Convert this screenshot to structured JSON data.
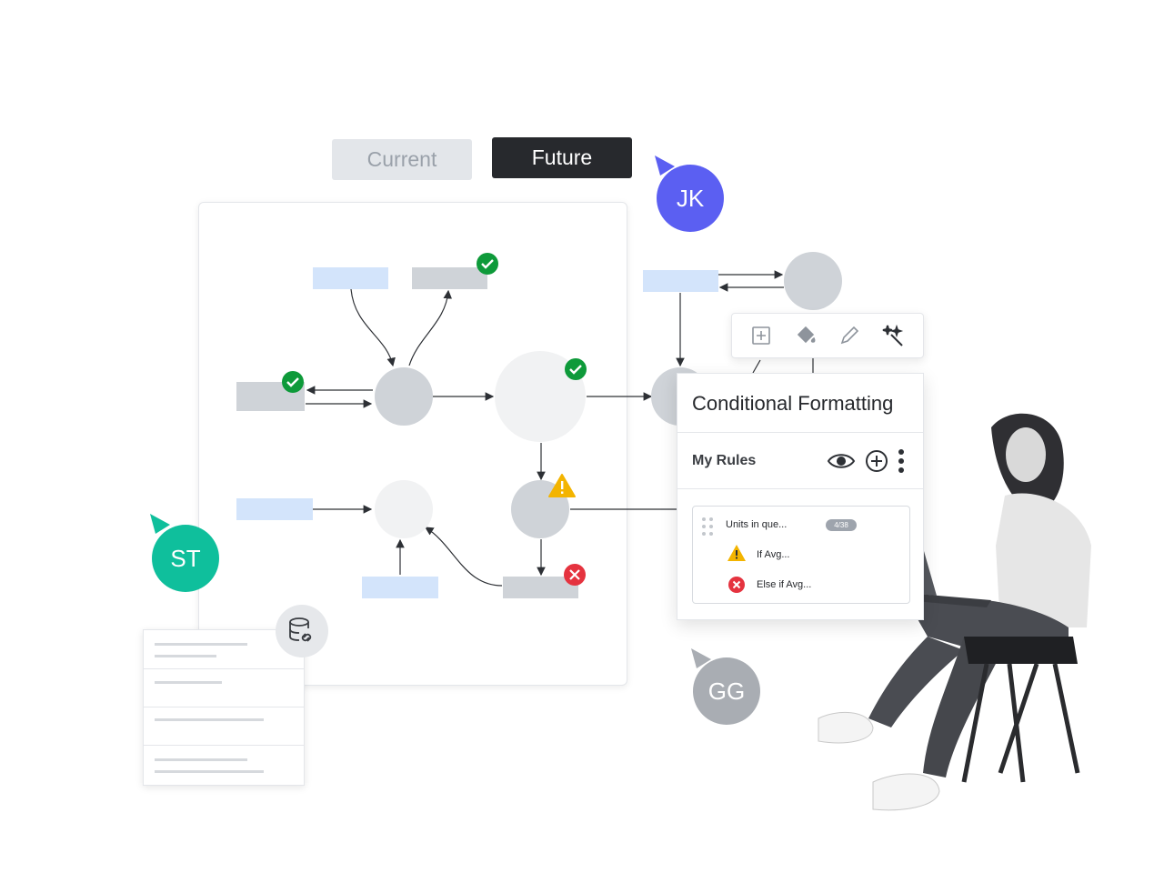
{
  "toggle": {
    "current_label": "Current",
    "future_label": "Future"
  },
  "avatars": [
    {
      "initials": "JK",
      "color": "#5b5ff2"
    },
    {
      "initials": "ST",
      "color": "#0fbf9c"
    },
    {
      "initials": "GG",
      "color": "#a9adb3"
    }
  ],
  "toolbar": {
    "tools": [
      "crop-frame-icon",
      "paint-bucket-icon",
      "pencil-icon",
      "magic-wand-icon"
    ]
  },
  "panel": {
    "title": "Conditional Formatting",
    "section_label": "My Rules",
    "rule": {
      "name": "Units in que...",
      "count_badge": "4/38",
      "conditions": [
        {
          "label": "If Avg...",
          "status": "warning"
        },
        {
          "label": "Else if Avg...",
          "status": "error"
        }
      ]
    }
  },
  "colors": {
    "blue_box": "#d3e4fb",
    "gray_box": "#cfd3d8",
    "success": "#0e9a3a",
    "warning": "#f3b400",
    "error": "#e5333f",
    "dark_button": "#27292d"
  }
}
